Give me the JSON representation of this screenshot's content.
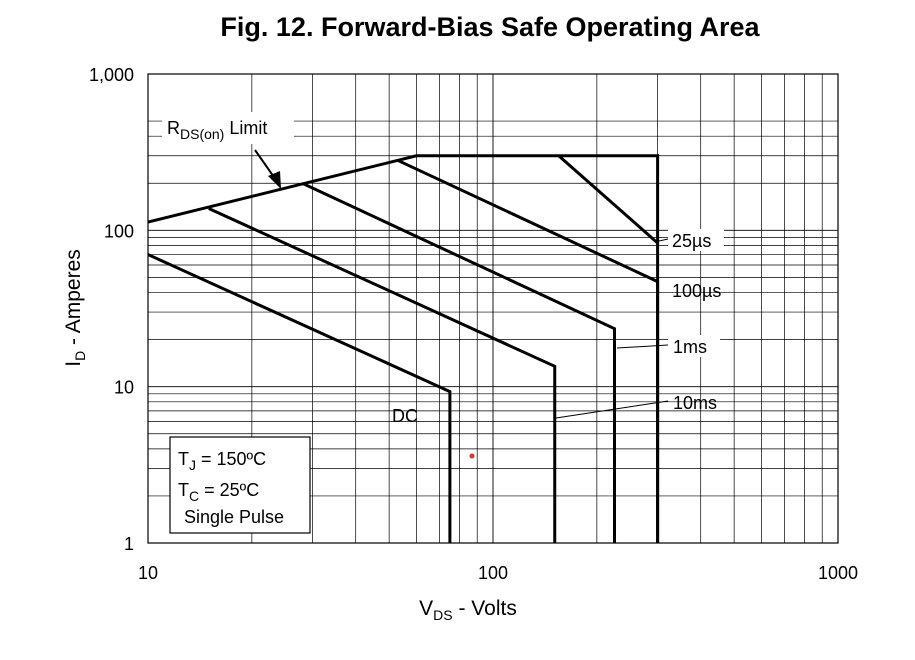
{
  "chart_data": {
    "type": "line",
    "title": "Fig. 12. Forward-Bias Safe Operating Area",
    "xlabel": {
      "main": "V",
      "sub": "DS",
      "rest": " - Volts"
    },
    "ylabel": {
      "main": "I",
      "sub": "D",
      "rest": " - Amperes"
    },
    "x_scale": "log",
    "y_scale": "log",
    "xlim": [
      10,
      1000
    ],
    "ylim": [
      1,
      1000
    ],
    "x_ticks": [
      {
        "value": 10,
        "label": "10"
      },
      {
        "value": 100,
        "label": "100"
      },
      {
        "value": 1000,
        "label": "1000"
      }
    ],
    "y_ticks": [
      {
        "value": 1,
        "label": "1"
      },
      {
        "value": 10,
        "label": "10"
      },
      {
        "value": 100,
        "label": "100"
      },
      {
        "value": 1000,
        "label": "1,000"
      }
    ],
    "grid": true,
    "x_grid": [
      20,
      30,
      40,
      50,
      60,
      70,
      80,
      90,
      200,
      300,
      400,
      500,
      600,
      700,
      800,
      900
    ],
    "y_grid": [
      2,
      3,
      4,
      5,
      6,
      7,
      8,
      9,
      20,
      30,
      40,
      50,
      60,
      70,
      80,
      90,
      200,
      300,
      400,
      500
    ],
    "rds_limit": {
      "label_main": "R",
      "label_sub": "DS(on)",
      "label_rest": " Limit",
      "points": [
        [
          10,
          113
        ],
        [
          60,
          300
        ]
      ]
    },
    "series": [
      {
        "name": "25µs",
        "points": [
          [
            60,
            300
          ],
          [
            300,
            300
          ],
          [
            300,
            1
          ],
          [
            300,
            83
          ],
          [
            155,
            300
          ]
        ]
      },
      {
        "name": "100µs",
        "points": [
          [
            53,
            280
          ],
          [
            300,
            47
          ],
          [
            300,
            1
          ]
        ]
      },
      {
        "name": "1ms",
        "points": [
          [
            28,
            200
          ],
          [
            225,
            23.5
          ],
          [
            225,
            1
          ]
        ]
      },
      {
        "name": "10ms",
        "points": [
          [
            15,
            138
          ],
          [
            151,
            13.5
          ],
          [
            151,
            1
          ]
        ]
      },
      {
        "name": "DC",
        "points": [
          [
            10,
            70
          ],
          [
            75,
            9.3
          ],
          [
            75,
            1
          ]
        ]
      }
    ],
    "annotations": {
      "label_25us": "25µs",
      "label_100us": "100µs",
      "label_1ms": "1ms",
      "label_10ms": "10ms",
      "label_dc": "DC"
    },
    "conditions": {
      "tj_main": "T",
      "tj_sub": "J",
      "tj_rest": " = 150ºC",
      "tc_main": "T",
      "tc_sub": "C",
      "tc_rest": " = 25ºC",
      "pulse": "Single Pulse"
    },
    "colors": {
      "line": "#000000",
      "grid": "#000000",
      "dot": "#e03030"
    }
  }
}
